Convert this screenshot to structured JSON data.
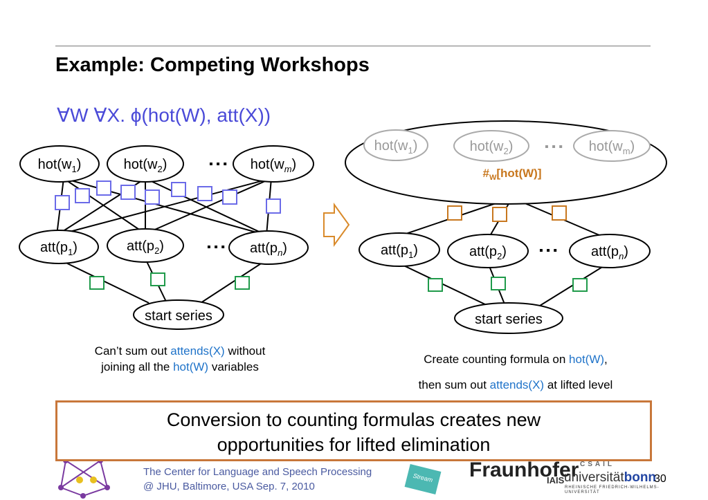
{
  "title": "Example: Competing Workshops",
  "formula": "∀W ∀X. ϕ(hot(W), att(X))",
  "left_diagram": {
    "hot_nodes": [
      {
        "text": "hot(w",
        "sub": "1",
        "tail": ")"
      },
      {
        "text": "hot(w",
        "sub": "2",
        "tail": ")"
      },
      {
        "text": "hot(w",
        "sub": "m",
        "tail": ")"
      }
    ],
    "att_nodes": [
      {
        "text": "att(p",
        "sub": "1",
        "tail": ")"
      },
      {
        "text": "att(p",
        "sub": "2",
        "tail": ")"
      },
      {
        "text": "att(p",
        "sub": "n",
        "tail": ")"
      }
    ],
    "start": "start series",
    "ellipsis": "▪ ▪ ▪",
    "caption": {
      "l1a": "Can’t sum out ",
      "l1b": "attends(X)",
      "l1c": " without",
      "l2a": "joining all the ",
      "l2b": "hot(W)",
      "l2c": " variables"
    }
  },
  "right_diagram": {
    "hot_nodes": [
      {
        "text": "hot(w",
        "sub": "1",
        "tail": ")"
      },
      {
        "text": "hot(w",
        "sub": "2",
        "tail": ")"
      },
      {
        "text": "hot(w",
        "sub": "m",
        "tail": ")"
      }
    ],
    "count": {
      "a": "#",
      "sub": "W",
      "b": "[hot(W)]"
    },
    "att_nodes": [
      {
        "text": "att(p",
        "sub": "1",
        "tail": ")"
      },
      {
        "text": "att(p",
        "sub": "2",
        "tail": ")"
      },
      {
        "text": "att(p",
        "sub": "n",
        "tail": ")"
      }
    ],
    "start": "start series",
    "ellipsis": "▪ ▪ ▪",
    "caption": {
      "l1a": "Create counting formula on ",
      "l1b": "hot(W)",
      "l1c": ",",
      "l2a": "then sum out ",
      "l2b": "attends(X)",
      "l2c": " at lifted level"
    }
  },
  "callout": {
    "line1": "Conversion to counting formulas creates new",
    "line2": "opportunities for lifted elimination"
  },
  "footer": {
    "line1": "The Center for Language and Speech Processing",
    "line2": "@ JHU, Baltimore, USA Sep. 7, 2010"
  },
  "logos": {
    "fraunhofer": "Fraunhofer",
    "csail": "CSAIL",
    "iais": "IAIS",
    "uni_a": "universität",
    "uni_b": "bonn",
    "uni_sub": "RHEINISCHE FRIEDRICH-WILHELMS-UNIVERSITÄT",
    "stream": "Stream"
  },
  "page_number": "30",
  "colors": {
    "factor_blue": "#6a6ae8",
    "factor_green": "#1f9a4a",
    "factor_orange": "#c8771e",
    "arrow_orange": "#d98a2a",
    "caption_blue": "#1f73c9",
    "callout_border": "#c8773a"
  }
}
